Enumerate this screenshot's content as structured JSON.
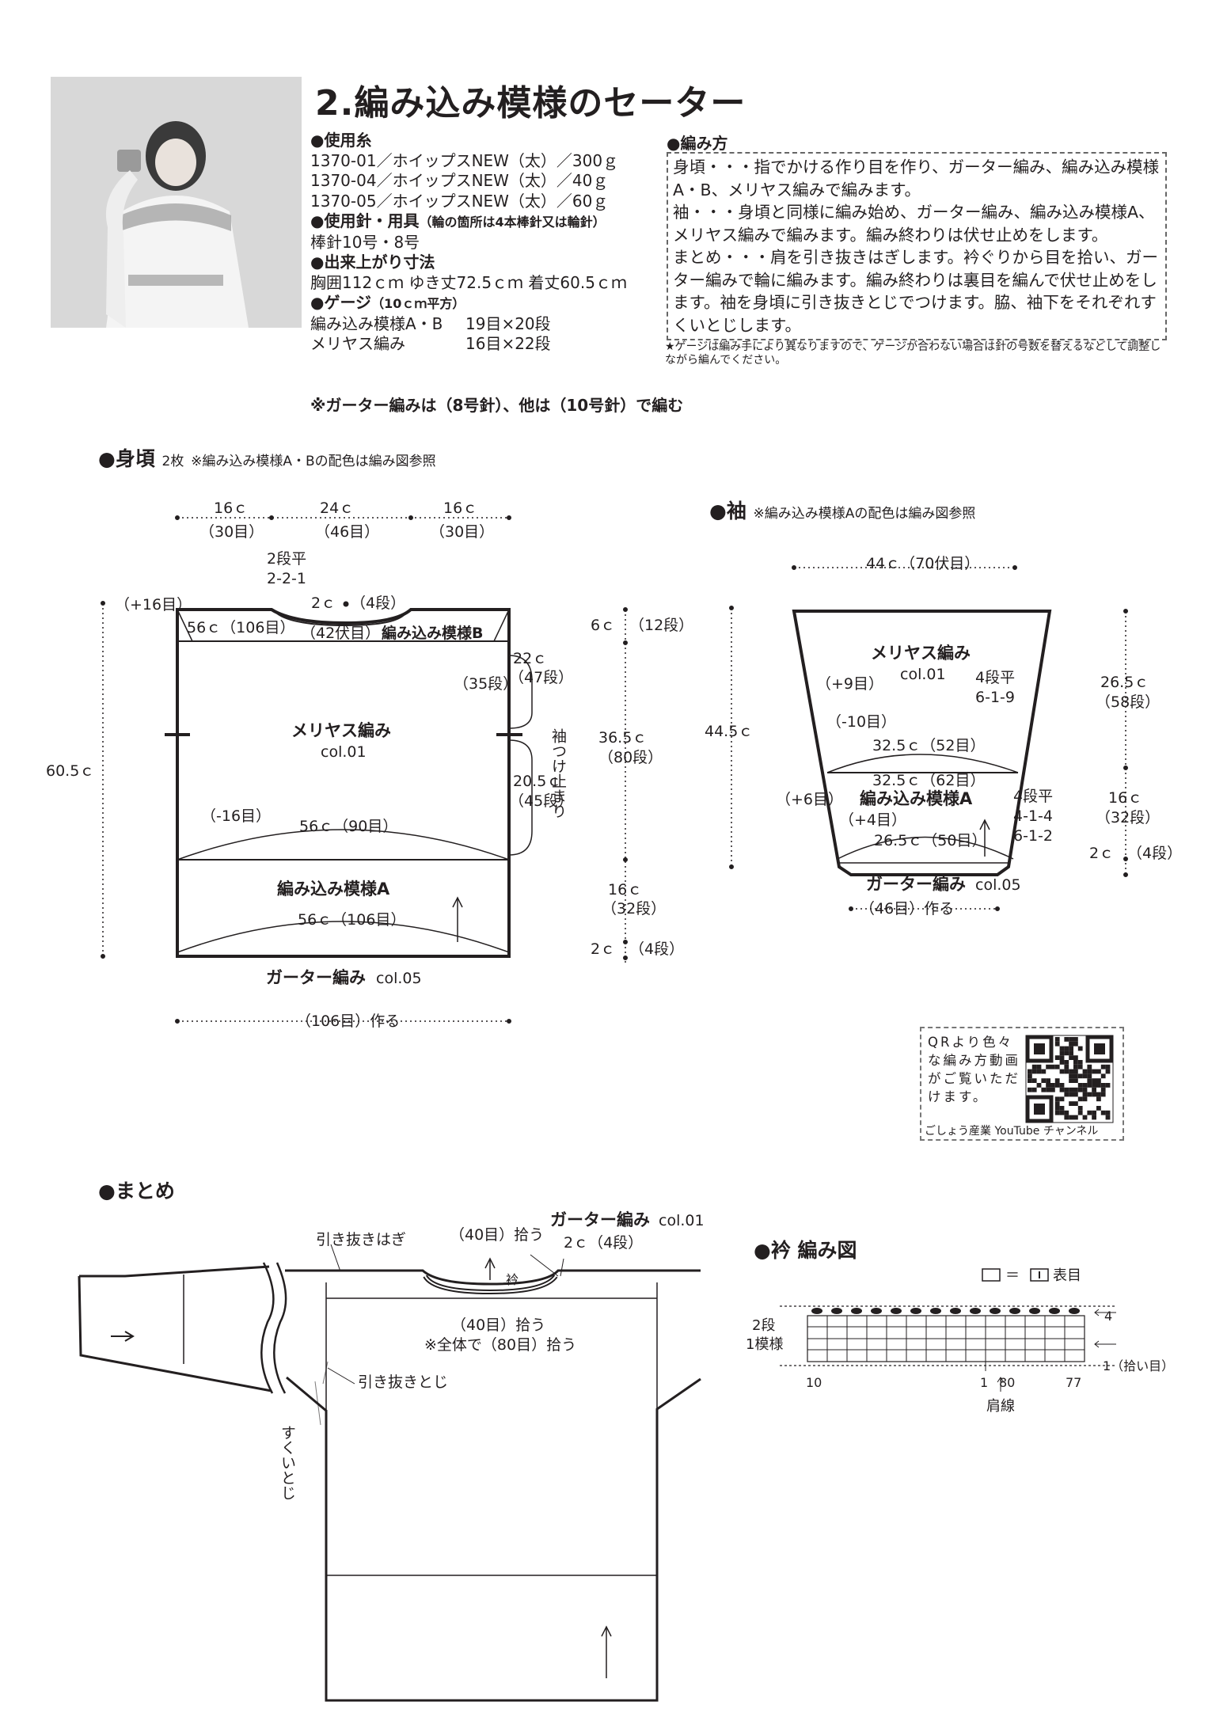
{
  "header": {
    "title": "2.編み込み模様のセーター"
  },
  "materials": {
    "yarn_heading": "●使用糸",
    "yarns": [
      "1370-01／ホイップスNEW（太）／300ｇ",
      "1370-04／ホイップスNEW（太）／40ｇ",
      "1370-05／ホイップスNEW（太）／60ｇ"
    ],
    "needles_heading": "●使用針・用具",
    "needles_note": "（輪の箇所は4本棒針又は輪針）",
    "needles": "棒針10号・8号",
    "size_heading": "●出来上がり寸法",
    "size": "胸囲112ｃｍ ゆき丈72.5ｃｍ 着丈60.5ｃｍ",
    "gauge_heading": "●ゲージ",
    "gauge_note": "（10ｃｍ平方）",
    "gauge": [
      {
        "label": "編み込み模様A・B",
        "value": "19目×20段"
      },
      {
        "label": "メリヤス編み",
        "value": "16目×22段"
      }
    ],
    "needle_note": "※ガーター編みは（8号針）、他は（10号針）で編む"
  },
  "howto": {
    "heading": "●編み方",
    "lines": [
      "身頃・・・指でかける作り目を作り、ガーター編み、編み込み模様A・B、メリヤス編みで編みます。",
      "袖・・・身頃と同様に編み始め、ガーター編み、編み込み模様A、メリヤス編みで編みます。編み終わりは伏せ止めをします。",
      "まとめ・・・肩を引き抜きはぎします。衿ぐりから目を拾い、ガーター編みで輪に編みます。編み終わりは裏目を編んで伏せ止めをします。袖を身頃に引き抜きとじでつけます。脇、袖下をそれぞれすくいとじします。"
    ],
    "gauge_note": "★ゲージは編み手により異なりますので、ゲージが合わない場合は針の号数を替えるなどして調整しながら編んでください。"
  },
  "body_chart": {
    "heading": "●身頃",
    "count": "2枚",
    "note": "※編み込み模様A・Bの配色は編み図参照",
    "top_widths": [
      "16ｃ",
      "24ｃ",
      "16ｃ"
    ],
    "top_stitches": [
      "（30目）",
      "（46目）",
      "（30目）"
    ],
    "neck_dec": [
      "2段平",
      "2-2-1"
    ],
    "neck_center": "2ｃ",
    "neck_center_rows": "（4段）",
    "plus16": "（+16目）",
    "top_band_width": "56ｃ（106目）",
    "bind42": "（42伏目）",
    "pattern_b": "編み込み模様B",
    "right_22": "22ｃ",
    "right_47": "（47段）",
    "right_35": "（35段）",
    "sleeve_mark": "袖つけ止まり",
    "right_205": "20.5ｃ",
    "right_45": "（45段）",
    "stockinette": "メリヤス編み",
    "col01": "col.01",
    "minus16": "（-16目）",
    "mid_width": "56ｃ（90目）",
    "pattern_a": "編み込み模様A",
    "bottom_width": "56ｃ（106目）",
    "garter": "ガーター編み",
    "col05": "col.05",
    "cast_on": "（106目）作る",
    "total_height": "60.5ｃ",
    "rv_6": "6ｃ",
    "rv_12": "（12段）",
    "rv_365": "36.5ｃ",
    "rv_80": "（80段）",
    "rv_16": "16ｃ",
    "rv_32": "（32段）",
    "rv_2": "2ｃ",
    "rv_4": "（4段）"
  },
  "sleeve_chart": {
    "heading": "●袖",
    "note": "※編み込み模様Aの配色は編み図参照",
    "top_width": "44ｃ（70伏目）",
    "stockinette": "メリヤス編み",
    "col01": "col.01",
    "plus9": "（+9目）",
    "inc_top": [
      "4段平",
      "6-1-9"
    ],
    "minus10": "（-10目）",
    "w325_52": "32.5ｃ（52目）",
    "w325_62": "32.5ｃ（62目）",
    "plus6": "（+6目）",
    "pattern_a": "編み込み模様A",
    "plus4": "（+4目）",
    "inc_bottom": [
      "4段平",
      "4-1-4",
      "6-1-2"
    ],
    "w265_50": "26.5ｃ（50目）",
    "garter": "ガーター編み",
    "col05": "col.05",
    "cast_on": "（46目）作る",
    "left_h": "44.5ｃ",
    "r265": "26.5ｃ",
    "r58": "（58段）",
    "r16": "16ｃ",
    "r32": "（32段）",
    "r2": "2ｃ",
    "r4": "（4段）"
  },
  "qr": {
    "text": "QRより色々な編み方動画がご覧いただけます。",
    "caption": "ごしょう産業 YouTube チャンネル"
  },
  "finish": {
    "heading": "●まとめ",
    "garter": "ガーター編み",
    "col01": "col.01",
    "pick40_top": "（40目）拾う",
    "two_c": "2ｃ（4段）",
    "bind_off_seam": "引き抜きはぎ",
    "collar": "衿",
    "pick40_bottom": "（40目）拾う",
    "total_pick": "※全体で（80目）拾う",
    "slip_join": "引き抜きとじ",
    "mattress": "すくいとじ"
  },
  "collar_chart": {
    "heading": "●衿 編み図",
    "legend_eq": "＝",
    "legend_label": "表目",
    "rows_label": [
      "2段",
      "1模様"
    ],
    "row4": "4",
    "row1": "1（拾い目）",
    "x_labels": [
      "10",
      "1",
      "80",
      "77"
    ],
    "shoulder": "肩線"
  }
}
